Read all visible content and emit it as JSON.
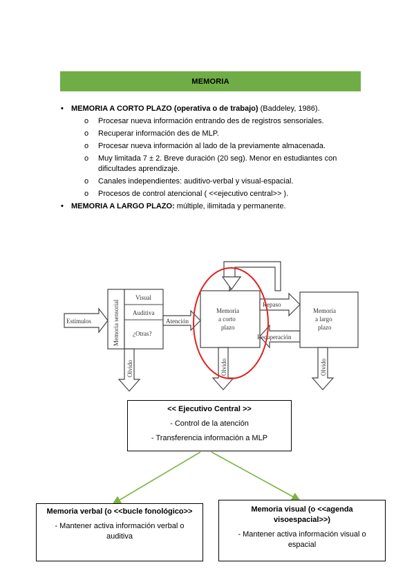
{
  "header": {
    "title": "MEMORIA"
  },
  "short_term": {
    "title": "MEMORIA A CORTO PLAZO (operativa o de trabajo)",
    "citation": "(Baddeley, 1986).",
    "items": [
      "Procesar nueva información entrando des de registros sensoriales.",
      "Recuperar información des de MLP.",
      "Procesar nueva información al lado de la previamente almacenada.",
      "Muy limitada 7 ± 2. Breve duración (20 seg). Menor en estudiantes con dificultades aprendizaje.",
      "Canales independientes: auditivo-verbal y visual-espacial.",
      "Procesos de control atencional ( <<ejecutivo central>> )."
    ]
  },
  "long_term": {
    "title": "MEMORIA A LARGO PLAZO:",
    "text": "múltiple, ilimitada y permanente."
  },
  "diagram": {
    "estimulos": "Estímulos",
    "sensorial": "Memoria sensorial",
    "channels": [
      "Visual",
      "Auditiva",
      "¿Otras?"
    ],
    "atencion": "Atención",
    "corto": [
      "Memoria",
      "a corto",
      "plazo"
    ],
    "repaso": "Repaso",
    "recuperacion": "Recuperación",
    "largo": [
      "Memoria",
      "a largo",
      "plazo"
    ],
    "olvido": "Olvido"
  },
  "executive": {
    "title": "<< Ejecutivo Central >>",
    "lines": [
      "- Control de la atención",
      "- Transferencia información a MLP"
    ]
  },
  "verbal": {
    "title": "Memoria verbal (o <<bucle fonológico>>",
    "text": "- Mantener activa información verbal o auditiva"
  },
  "visual": {
    "title": "Memoria visual (o <<agenda visoespacial>>)",
    "text": "- Mantener activa información visual o espacial"
  },
  "colors": {
    "header": "#70ad47",
    "highlight_circle": "#e0201b",
    "connector": "#7cb342"
  }
}
